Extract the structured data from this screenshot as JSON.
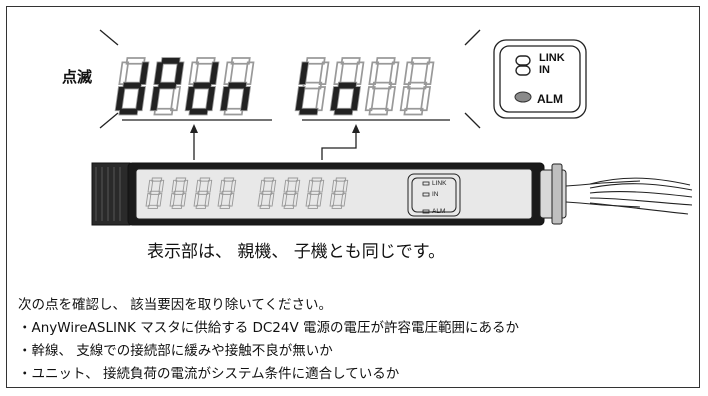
{
  "labels": {
    "blink": "点滅"
  },
  "display": {
    "group_1": "dPdn",
    "group_2": "Lo",
    "module_digits": "8888 8888"
  },
  "led_panel": {
    "link": "LINK",
    "in": "IN",
    "alm": "ALM"
  },
  "caption": "表示部は、 親機、 子機とも同じです。",
  "instructions": {
    "heading": "次の点を確認し、 該当要因を取り除いてください。",
    "items": [
      "・AnyWireASLINK マスタに供給する DC24V 電源の電圧が許容電圧範囲にあるか",
      "・幹線、 支線での接続部に緩みや接触不良が無いか",
      "・ユニット、 接続負荷の電流がシステム条件に適合しているか"
    ]
  },
  "colors": {
    "segment_on": "#222222",
    "segment_off": "#999999",
    "alm_lamp": "#8a8a8a",
    "module_body": "#1a1a1a"
  }
}
